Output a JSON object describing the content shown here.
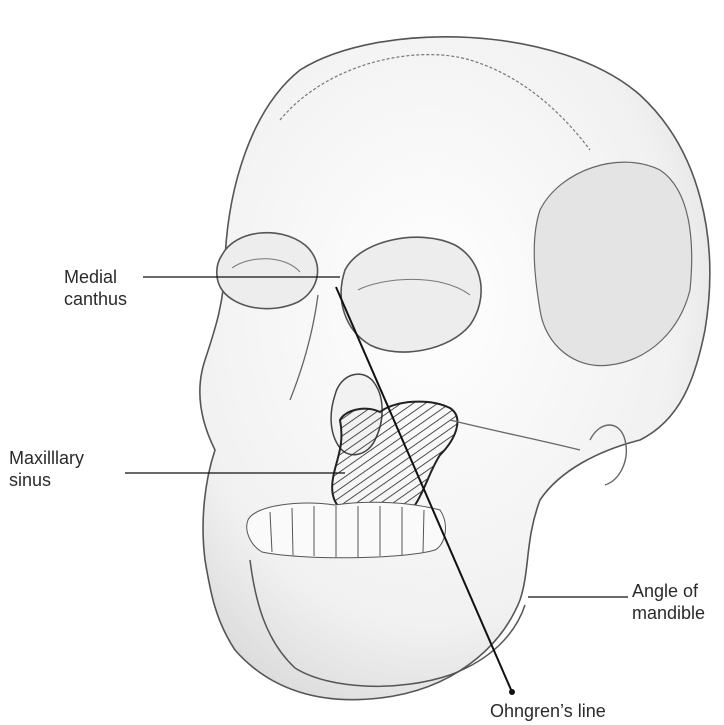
{
  "labels": {
    "medial_canthus": [
      "Medial",
      "canthus"
    ],
    "maxillary_sinus": [
      "Maxilllary",
      "sinus"
    ],
    "angle_of_mandible": [
      "Angle of",
      "mandible"
    ],
    "ohngrens_line": "Ohngren’s line"
  },
  "colors": {
    "line": "#1a1a1a",
    "skull_outline": "#555555",
    "skull_shade": "#cfcfcf",
    "sinus_hatch": "#222222",
    "label_text": "#2a2a2a"
  }
}
